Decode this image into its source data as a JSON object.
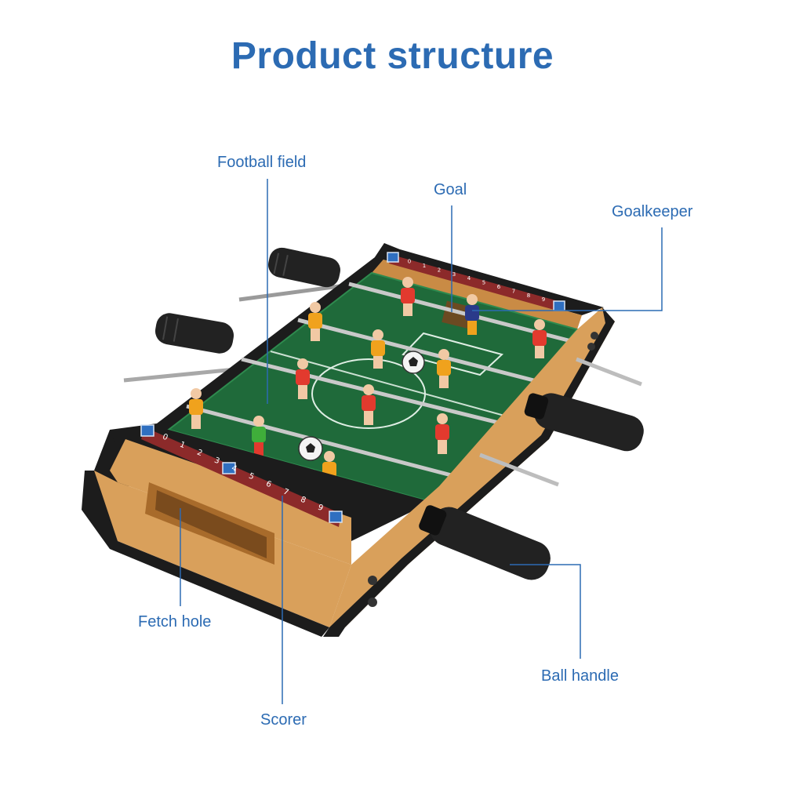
{
  "title": "Product structure",
  "labels": {
    "football_field": "Football field",
    "goal": "Goal",
    "goalkeeper": "Goalkeeper",
    "fetch_hole": "Fetch hole",
    "ball_handle": "Ball handle",
    "scorer": "Scorer"
  },
  "scoreboard": {
    "digits": [
      "0",
      "1",
      "2",
      "3",
      "4",
      "5",
      "6",
      "7",
      "8",
      "9"
    ]
  },
  "colors": {
    "accent": "#2c6bb3",
    "wood": "#d9a05b",
    "wood_dark": "#b97a36",
    "field": "#1f6a3a",
    "edge": "#1c1c1c",
    "team_red": "#e23a2e",
    "team_orange": "#f0a21d",
    "handle": "#222222"
  }
}
